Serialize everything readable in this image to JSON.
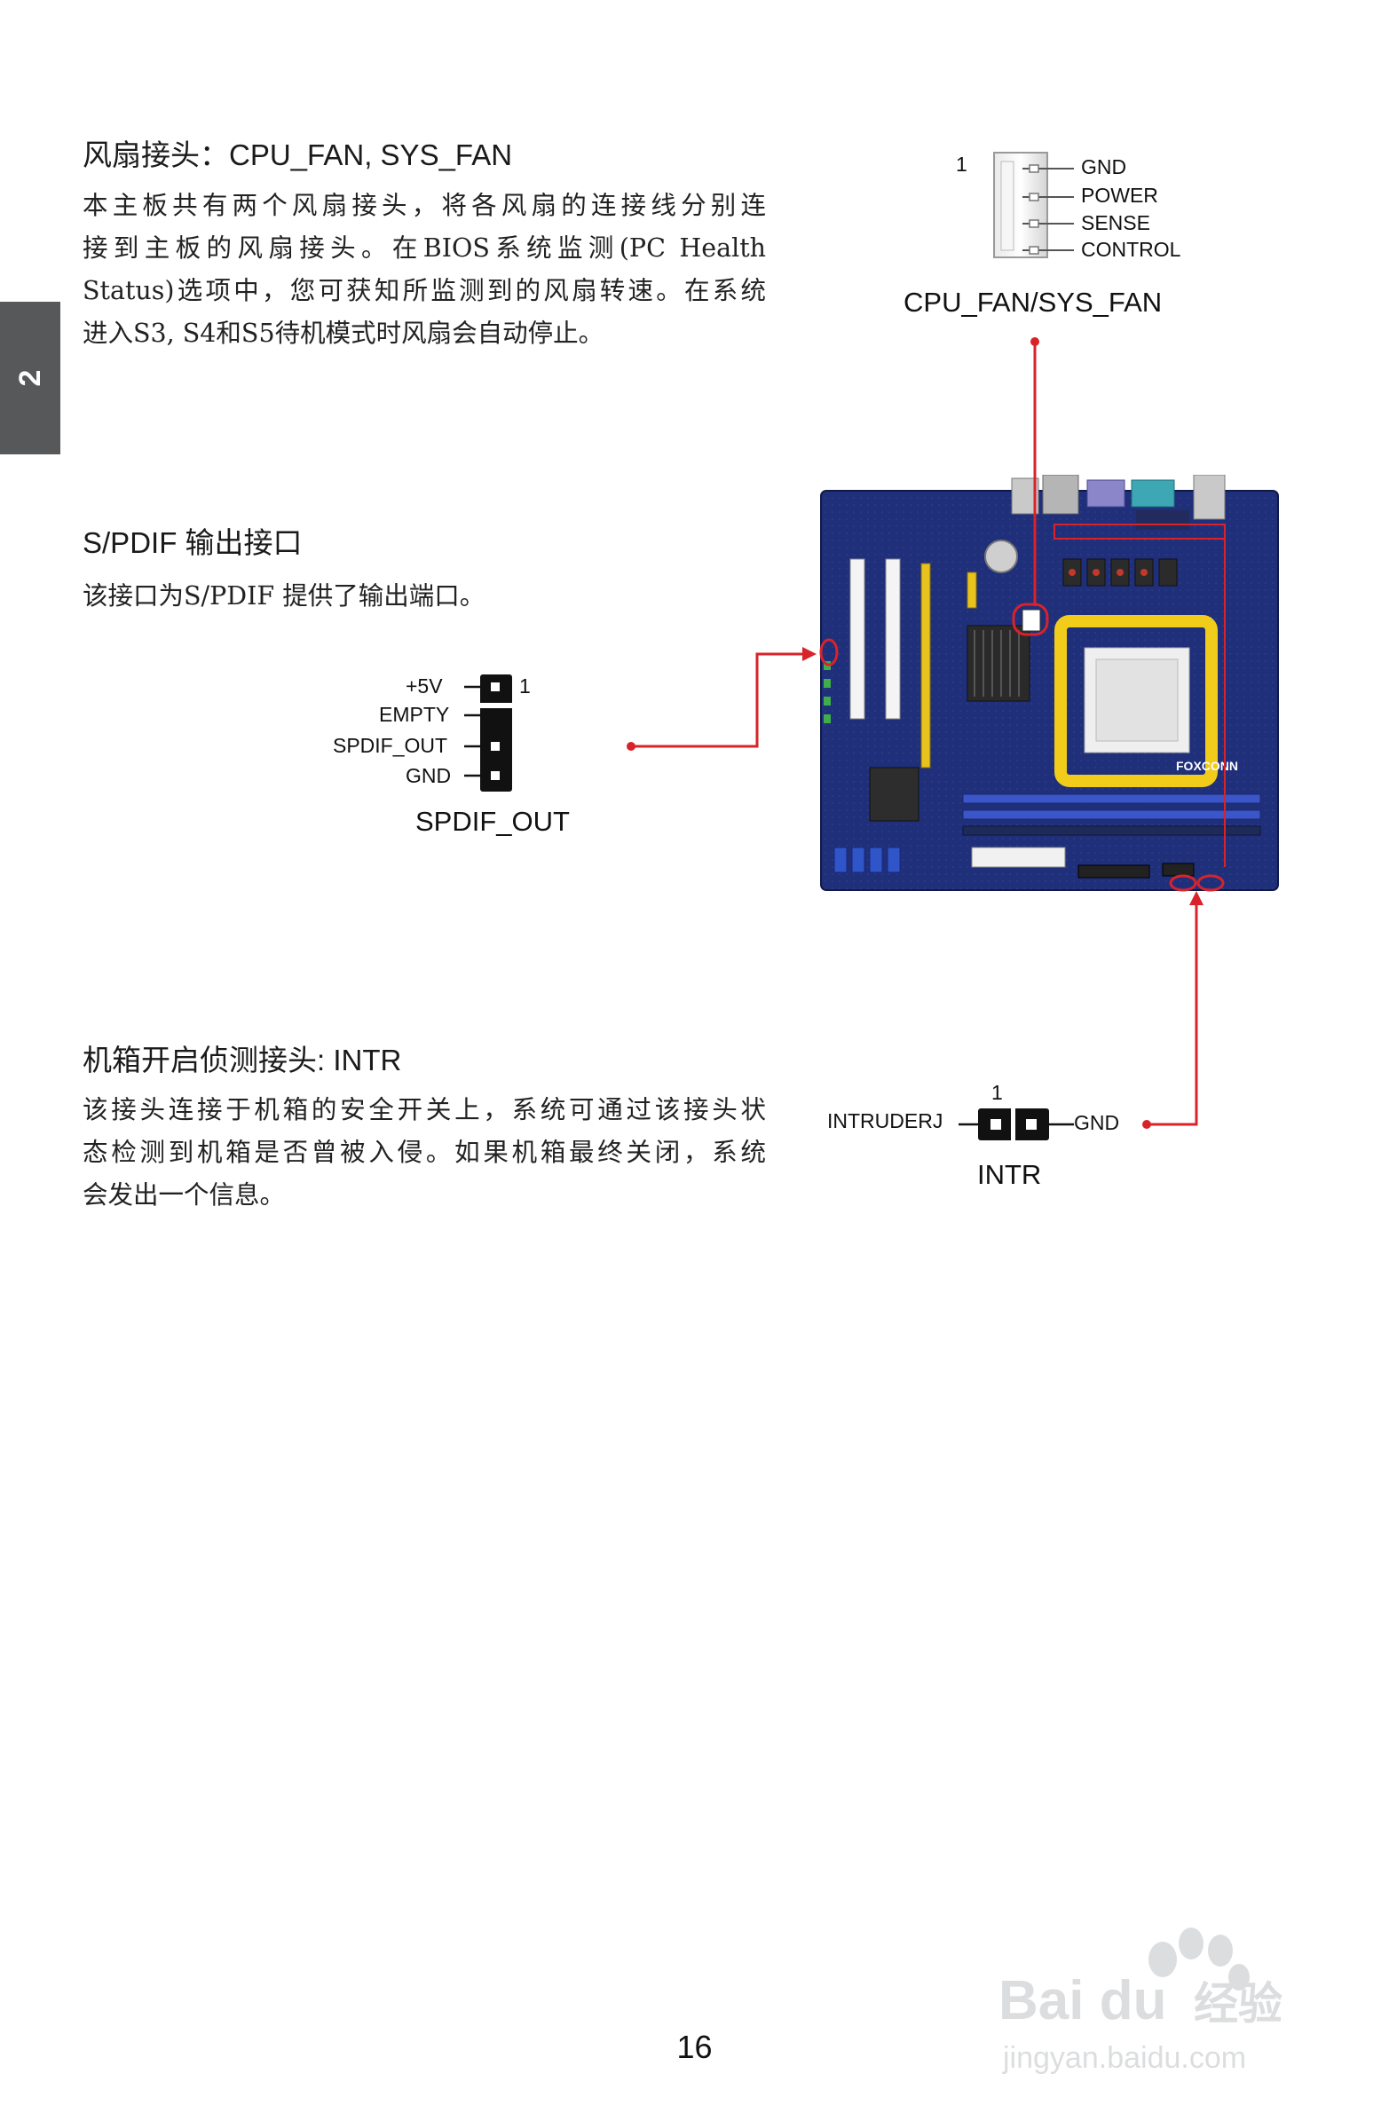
{
  "chapter_tab": "2",
  "sections": {
    "fan": {
      "title": "风扇接头：CPU_FAN, SYS_FAN",
      "lines": [
        "本主板共有两个风扇接头，将各风扇的连接线分别连",
        "接到主板的风扇接头。在BIOS系统监测(PC Health",
        "Status)选项中，您可获知所监测到的风扇转速。在系统",
        "进入S3, S4和S5待机模式时风扇会自动停止。"
      ],
      "diagram": {
        "pin_one": "1",
        "pins": [
          "GND",
          "POWER",
          "SENSE",
          "CONTROL"
        ],
        "caption": "CPU_FAN/SYS_FAN"
      }
    },
    "spdif": {
      "title": "S/PDIF 输出接口",
      "lines": [
        "该接口为S/PDIF 提供了输出端口。"
      ],
      "diagram": {
        "pin_one": "1",
        "pins": [
          "+5V",
          "EMPTY",
          "SPDIF_OUT",
          "GND"
        ],
        "caption": "SPDIF_OUT"
      }
    },
    "intr": {
      "title": "机箱开启侦测接头: INTR",
      "lines": [
        "该接头连接于机箱的安全开关上，系统可通过该接头状",
        "态检测到机箱是否曾被入侵。如果机箱最终关闭，系统",
        "会发出一个信息。"
      ],
      "diagram": {
        "pin_one": "1",
        "left_pin": "INTRUDERJ",
        "right_pin": "GND",
        "caption": "INTR"
      }
    }
  },
  "board_logo": "FOXCONN",
  "page_number": "16",
  "watermark": {
    "brand": "Bai du",
    "suffix": "经验",
    "url": "jingyan.baidu.com"
  },
  "colors": {
    "callout_red": "#d8232a",
    "board_blue": "#1f2f7a",
    "socket_yellow": "#f2cc1b",
    "tab_gray": "#57585a"
  }
}
